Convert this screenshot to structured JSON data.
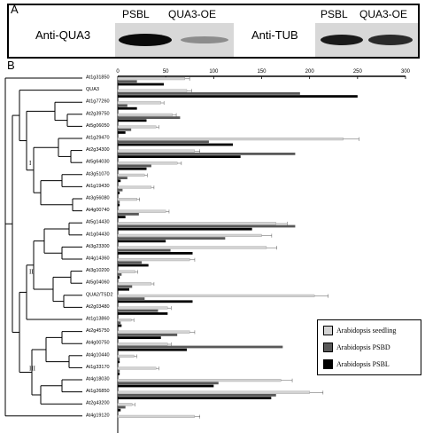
{
  "panel_a": {
    "label": "A",
    "blots": [
      {
        "antibody": "Anti-QUA3",
        "lanes": [
          "PSBL",
          "QUA3-OE"
        ]
      },
      {
        "antibody": "Anti-TUB",
        "lanes": [
          "PSBL",
          "QUA3-OE"
        ]
      }
    ]
  },
  "panel_b": {
    "label": "B"
  },
  "colors": {
    "seedling": "#d3d3d3",
    "psbd": "#595959",
    "psbl": "#000000"
  },
  "chart_data": {
    "type": "bar",
    "orientation": "horizontal",
    "xlim": [
      0,
      300
    ],
    "xticks": [
      0,
      50,
      100,
      150,
      200,
      250,
      300
    ],
    "clade_labels": [
      "I",
      "II",
      "III"
    ],
    "categories": [
      "At1g31850",
      "QUA3",
      "At1g77260",
      "At2g39750",
      "At5g06050",
      "At1g29470",
      "At2g34300",
      "At5g64030",
      "At3g51070",
      "At1g19430",
      "At3g56080",
      "At4g00740",
      "At5g14430",
      "At1g04430",
      "At3g23300",
      "At4g14360",
      "At3g10200",
      "At5g04060",
      "QUA2/TSD2",
      "At2g03480",
      "At1g13860",
      "At2g45750",
      "At4g00750",
      "At4g10440",
      "At1g33170",
      "At4g18030",
      "At1g26850",
      "At2g43200",
      "At4g19120"
    ],
    "series": [
      {
        "name": "Arabidopsis seedling",
        "values": [
          70,
          72,
          45,
          57,
          40,
          235,
          80,
          62,
          28,
          35,
          20,
          50,
          165,
          150,
          155,
          75,
          18,
          35,
          205,
          52,
          14,
          75,
          52,
          17,
          40,
          170,
          200,
          15,
          80
        ]
      },
      {
        "name": "Arabidopsis PSBD",
        "values": [
          20,
          190,
          10,
          65,
          14,
          95,
          185,
          35,
          10,
          5,
          2,
          22,
          185,
          112,
          55,
          25,
          4,
          15,
          28,
          42,
          3,
          62,
          172,
          2,
          2,
          105,
          165,
          8,
          0
        ]
      },
      {
        "name": "Arabidopsis PSBL",
        "values": [
          48,
          250,
          20,
          30,
          8,
          120,
          128,
          30,
          3,
          2,
          2,
          8,
          140,
          50,
          78,
          32,
          2,
          12,
          78,
          52,
          4,
          45,
          72,
          2,
          2,
          100,
          160,
          3,
          0
        ]
      }
    ]
  }
}
